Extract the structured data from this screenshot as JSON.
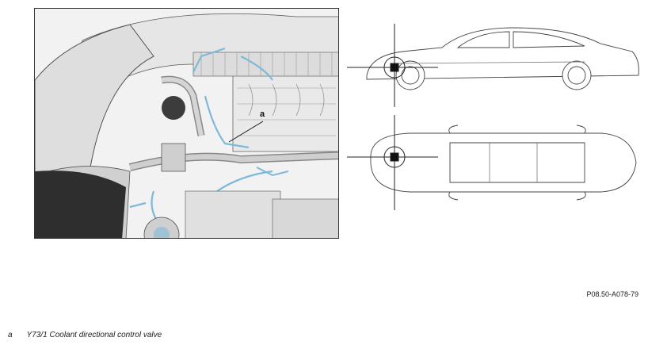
{
  "callout": {
    "letter": "a"
  },
  "reference_code": "P08.50-A078-79",
  "legend": [
    {
      "key": "a",
      "text": "Y73/1 Coolant directional control valve"
    }
  ],
  "colors": {
    "highlight": "#7fb9d9",
    "line": "#3a3a3a",
    "fill_light": "#e8e8e8",
    "fill_dark": "#2e2e2e"
  }
}
